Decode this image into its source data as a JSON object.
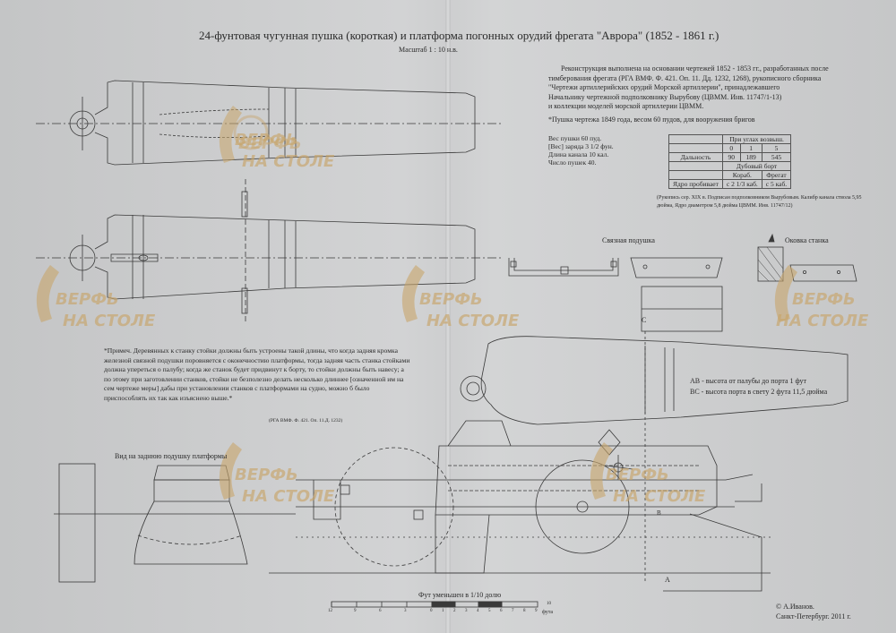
{
  "title": "24-фунтовая чугунная пушка (короткая) и платформа погонных орудий фрегата \"Аврора\" (1852 - 1861 г.)",
  "scale": "Масштаб 1 : 10 н.в.",
  "reconstruction_note": [
    "Реконструкция выполнена на основании чертежей 1852 - 1853 гг., разработанных после",
    "тимберования фрегата (РГА ВМФ. Ф. 421. Оп. 11. Дд. 1232, 1268), рукописного сборника",
    "\"Чертежи артиллерийских орудий Морской артиллерии\", принадлежавшего",
    "Начальнику чертежной подполковнику Вырубову (ЦВММ. Инв. 11747/1-13)",
    "и коллекции моделей морской артиллерии ЦВММ."
  ],
  "drawing_note": "*Пушка чертежа 1849 года, весом 60 пудов, для вооружения бригов",
  "specs": [
    "Вес пушки 60 пуд.",
    "[Вес] заряда 3 1/2 фун.",
    "Длина канала 10 кал.",
    "Число пушек 40."
  ],
  "range_table": {
    "header": "При углах возвыш.",
    "angles": [
      "0",
      "1",
      "5"
    ],
    "row_label": "Дальность",
    "ranges": [
      "90",
      "189",
      "545"
    ],
    "side_header": "Дубовый борт",
    "ships": [
      "Кораб.",
      "Фрегат"
    ],
    "penetration_label": "Ядро пробивает",
    "penetration": [
      "с 2 1/3 каб.",
      "с 5 каб."
    ]
  },
  "source_note_1": "(Рукопись сер. XIX в. Подписан подполковником Вырубовым. Калибр канала ствола 5,95 дюйма, Ядро диаметром 5,8 дюйма ЦВММ. Инв. 11747/12)",
  "labels": {
    "cushion": "Связная подушка",
    "fitting": "Оковка станка",
    "rear_view": "Вид на заднюю подушку платформы",
    "ab": "АВ - высота от палубы до порта 1 фут",
    "bc": "ВС - высота порта в свету 2 фута 11,5 дюйма",
    "point_a": "А",
    "point_b": "В",
    "point_c": "С",
    "scale_bar": "Фут уменьшен в 1/10 долю",
    "scale_unit": "фута",
    "scale_ticks": [
      "12",
      "9",
      "6",
      "3",
      "0",
      "1",
      "2",
      "3",
      "4",
      "5",
      "6",
      "7",
      "8",
      "9",
      "10"
    ]
  },
  "note_2": "*Примеч. Деревянных к станку стойки должны быть устроены такой длины, что когда задняя кромка железной связной подушки поровняется с оконечностию платформы, тогда задняя часть станка стойками должна упереться о палубу; когда же станок будет придвинут к борту, то стойки должны быть навесу; а по этому при заготовлении станков, стойки не безполезно делать несколько длиннее [означенной им на сем чертеже меры] дабы при установлении станков с платформами на судно, можно б было приспособлять их так как изъяснено выше.*",
  "source_note_2": "(РГА ВМФ. Ф. 421. Оп. 11.Д. 1232)",
  "author": [
    "© А.Иванов.",
    "Санкт-Петербург. 2011 г."
  ],
  "watermark": {
    "line1": "ВЕРФЬ",
    "line2": "НА СТОЛЕ",
    "color": "#c8a56a"
  },
  "colors": {
    "paper": "#cdcecf",
    "ink": "#3a3a3a"
  }
}
